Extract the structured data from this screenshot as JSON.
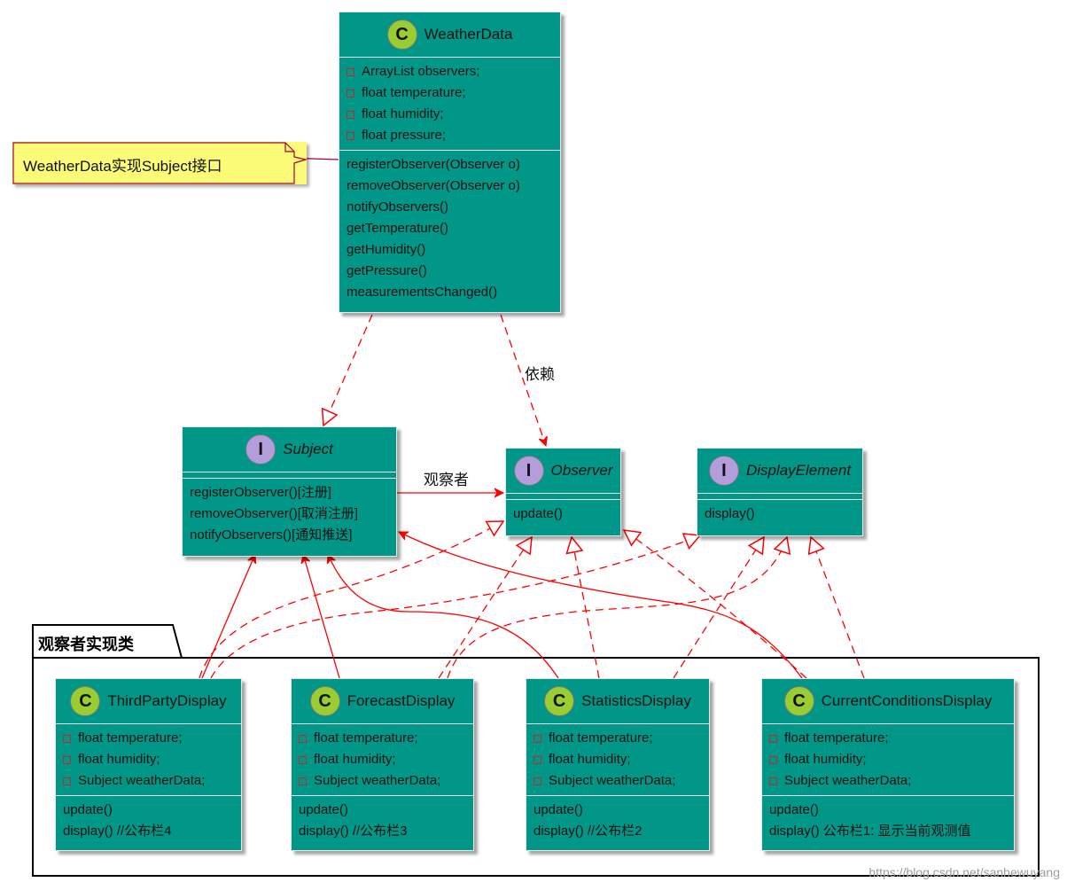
{
  "note": {
    "text": "WeatherData实现Subject接口"
  },
  "package": {
    "title": "观察者实现类"
  },
  "labels": {
    "dependency": "依赖",
    "observer_assoc": "观察者"
  },
  "stereotype_letters": {
    "class": "C",
    "interface": "I"
  },
  "weather_data": {
    "name": "WeatherData",
    "fields": [
      "ArrayList observers;",
      "float temperature;",
      "float humidity;",
      "float pressure;"
    ],
    "methods": [
      "registerObserver(Observer o)",
      "removeObserver(Observer o)",
      "notifyObservers()",
      "getTemperature()",
      "getHumidity()",
      "getPressure()",
      "measurementsChanged()"
    ]
  },
  "subject": {
    "name": "Subject",
    "methods": [
      "registerObserver()[注册]",
      "removeObserver()[取消注册]",
      "notifyObservers()[通知推送]"
    ]
  },
  "observer": {
    "name": "Observer",
    "methods": [
      "update()"
    ]
  },
  "display_element": {
    "name": "DisplayElement",
    "methods": [
      "display()"
    ]
  },
  "third_party": {
    "name": "ThirdPartyDisplay",
    "fields": [
      "float temperature;",
      "float humidity;",
      "Subject weatherData;"
    ],
    "methods": [
      "update()",
      "display() //公布栏4"
    ]
  },
  "forecast": {
    "name": "ForecastDisplay",
    "fields": [
      "float temperature;",
      "float humidity;",
      "Subject weatherData;"
    ],
    "methods": [
      "update()",
      "display() //公布栏3"
    ]
  },
  "statistics": {
    "name": "StatisticsDisplay",
    "fields": [
      "float temperature;",
      "float humidity;",
      "Subject weatherData;"
    ],
    "methods": [
      "update()",
      "display() //公布栏2"
    ]
  },
  "current": {
    "name": "CurrentConditionsDisplay",
    "fields": [
      "float temperature;",
      "float humidity;",
      "Subject weatherData;"
    ],
    "methods": [
      "update()",
      "display() 公布栏1: 显示当前观测值"
    ]
  },
  "watermark": "https://blog.csdn.net/sanhewuyang",
  "colors": {
    "class_fill": "#009688",
    "class_border": "#e8e8e8",
    "arrow": "#ff0000",
    "note_fill": "#fbfb77",
    "note_border": "#a80036",
    "class_icon": "#9acd32",
    "interface_icon": "#b39ddb"
  }
}
